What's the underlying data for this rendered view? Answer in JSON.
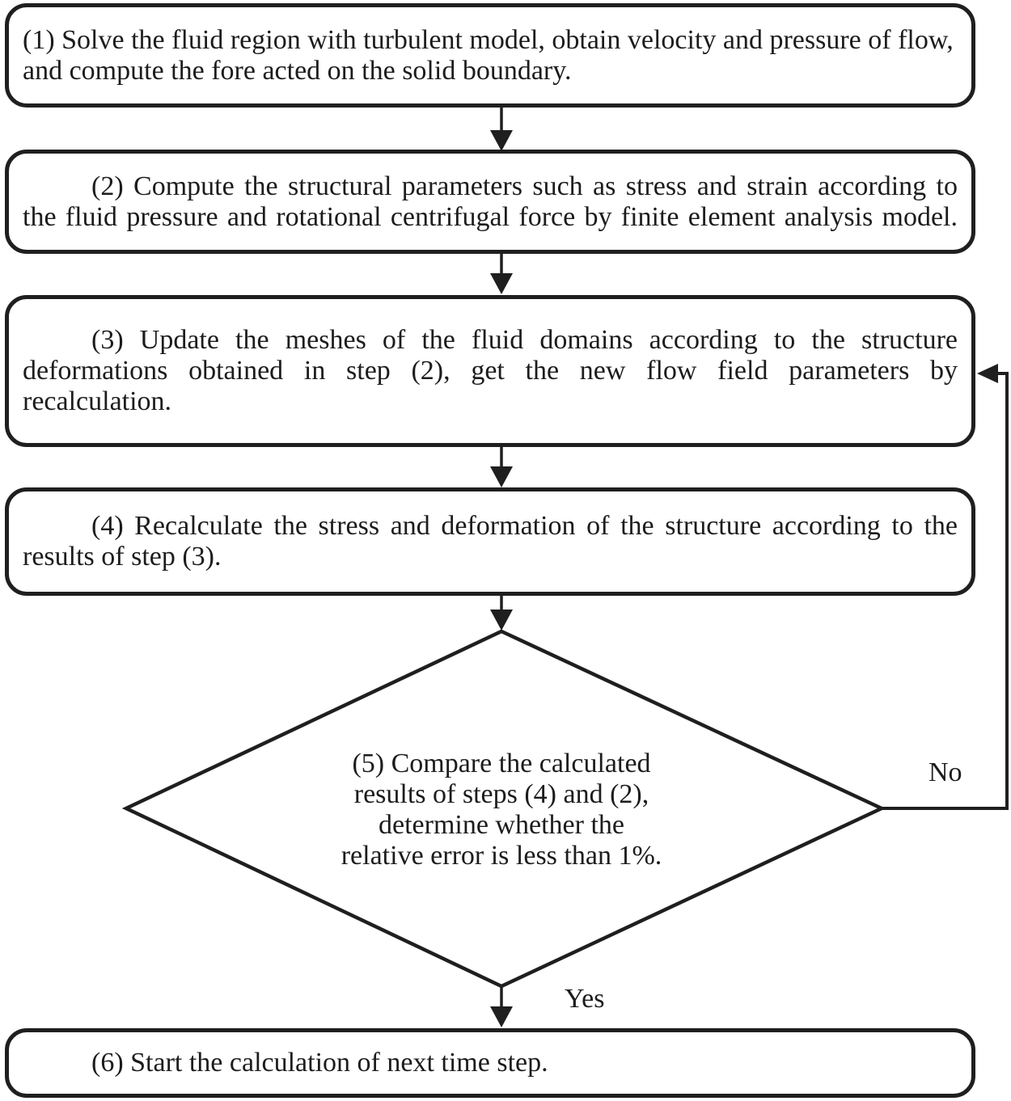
{
  "diagram": {
    "type": "flowchart",
    "background_color": "#ffffff",
    "stroke_color": "#1f1f1f",
    "text_color": "#1c1c1c",
    "steps": {
      "step1": "(1) Solve the fluid region with turbulent model, obtain velocity and pressure of flow, and compute the fore acted on the solid boundary.",
      "step2": "(2) Compute the structural parameters such as stress and strain according to the fluid pressure and rotational centrifugal force by finite element analysis model.",
      "step3": "(3) Update the meshes of the fluid domains according to the structure deformations obtained in step (2), get the new flow field parameters by recalculation.",
      "step4": "(4) Recalculate the stress and deformation of the structure according to the results of step (3).",
      "step5": "(5) Compare the calculated\nresults of steps (4) and (2),\ndetermine whether the\nrelative error is less than 1%.",
      "step6": "(6) Start the calculation of next time step."
    },
    "branch_labels": {
      "no": "No",
      "yes": "Yes"
    },
    "connections": {
      "no_branch_target": "step3",
      "yes_branch_target": "step6"
    }
  }
}
